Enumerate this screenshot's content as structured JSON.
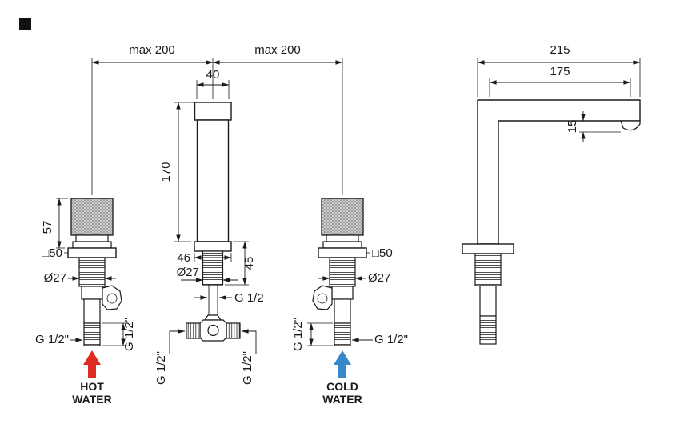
{
  "colors": {
    "hot": "#e02b20",
    "cold": "#3787c9",
    "line": "#1a1a1a"
  },
  "front_view": {
    "top_dims": {
      "left": "max 200",
      "right": "max 200"
    },
    "spout": {
      "width": "40",
      "height": "170",
      "base_width": "46",
      "stem_diameter": "Ø27",
      "stem_height": "45",
      "thread": "G 1/2"
    },
    "hot_valve": {
      "handle_height": "57",
      "base_square": "□50",
      "stem_diameter": "Ø27",
      "tail_thread": "G 1/2\"",
      "inlet_thread": "G 1/2\""
    },
    "cold_valve": {
      "base_square": "□50",
      "stem_diameter": "Ø27",
      "tail_thread": "G 1/2\"",
      "inlet_thread": "G 1/2\""
    },
    "tee": {
      "left_thread": "G 1/2\"",
      "right_thread": "G 1/2\""
    },
    "hot_label": {
      "line1": "HOT",
      "line2": "WATER"
    },
    "cold_label": {
      "line1": "COLD",
      "line2": "WATER"
    }
  },
  "side_view": {
    "dims": {
      "total_reach": "215",
      "spout_reach": "175",
      "outlet_drop": "15"
    }
  }
}
